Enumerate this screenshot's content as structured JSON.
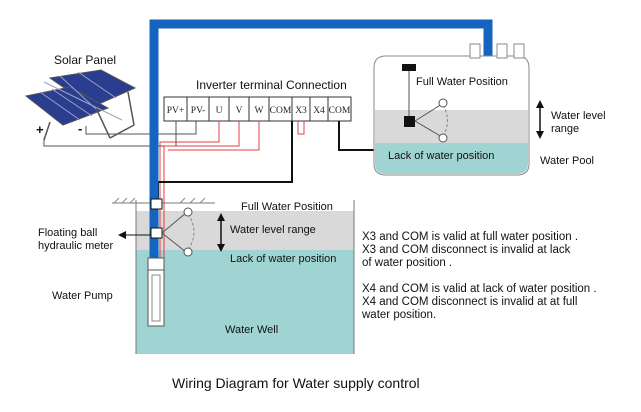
{
  "labels": {
    "solar_panel": "Solar Panel",
    "plus": "+",
    "minus": "-",
    "inverter_title": "Inverter terminal Connection",
    "terminals": [
      "PV+",
      "PV-",
      "U",
      "V",
      "W",
      "COM",
      "X3",
      "X4",
      "COM"
    ],
    "pool_full": "Full Water Position",
    "pool_level_range_line1": "Water level",
    "pool_level_range_line2": "range",
    "pool_lack": "Lack of water position",
    "water_pool": "Water Pool",
    "well_full": "Full Water Position",
    "well_level_range": "Water level range",
    "well_lack": "Lack of water position",
    "floating_ball_line1": "Floating ball",
    "floating_ball_line2": "hydraulic meter",
    "water_pump": "Water Pump",
    "water_well": "Water Well",
    "caption": "Wiring Diagram for Water supply control"
  },
  "notes": {
    "block1": [
      "X3 and COM is valid at full water position .",
      "X3 and COM disconnect  is invalid at  lack",
      "of water position ."
    ],
    "block2": [
      "X4 and COM is valid at lack of water position .",
      "X4 and COM disconnect  is invalid at   at full",
      "water position."
    ]
  },
  "colors": {
    "pipe": "#1565c0",
    "water": "#9fd4d3",
    "level_band": "#d9d9d9",
    "red_wire": "#e04040",
    "black_wire": "#111111"
  }
}
